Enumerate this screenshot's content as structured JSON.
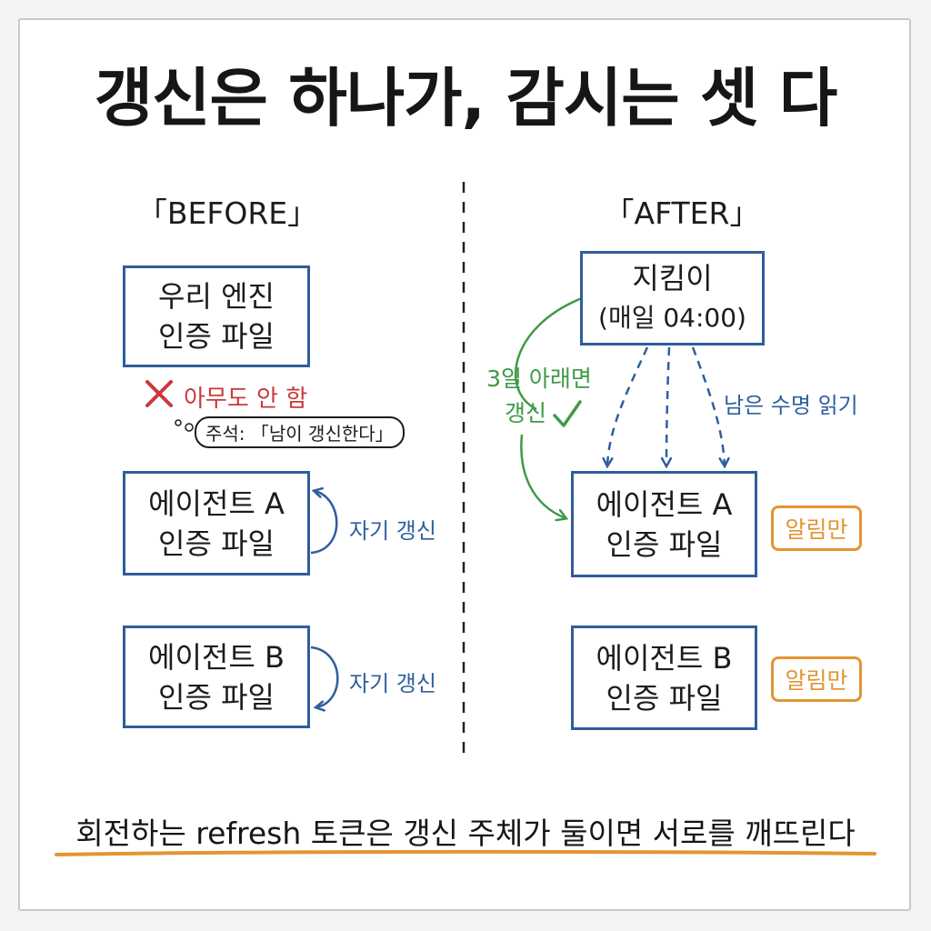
{
  "title": "갱신은 하나가, 감시는 셋 다",
  "before": {
    "label": "「BEFORE」",
    "engine_box": {
      "line1": "우리 엔진",
      "line2": "인증 파일"
    },
    "nobody": "아무도 안 함",
    "note": "주석: 「남이 갱신한다」",
    "agent_a_box": {
      "line1": "에이전트 A",
      "line2": "인증 파일"
    },
    "agent_b_box": {
      "line1": "에이전트 B",
      "line2": "인증 파일"
    },
    "self_renew_a": "자기 갱신",
    "self_renew_b": "자기 갱신"
  },
  "after": {
    "label": "「AFTER」",
    "keeper_box": {
      "line1": "지킴이",
      "line2": "(매일 04:00)"
    },
    "renew_label": {
      "line1": "3일 아래면",
      "line2": "갱신"
    },
    "read_label": "남은 수명 읽기",
    "agent_a_box": {
      "line1": "에이전트 A",
      "line2": "인증 파일"
    },
    "agent_b_box": {
      "line1": "에이전트 B",
      "line2": "인증 파일"
    },
    "badge_a": "알림만",
    "badge_b": "알림만"
  },
  "footer": "회전하는 refresh 토큰은 갱신 주체가 둘이면 서로를 깨뜨린다",
  "colors": {
    "box_border": "#2f5d9c",
    "red": "#c8393b",
    "green": "#3f9a45",
    "orange": "#e39532",
    "underline": "#e39532"
  }
}
